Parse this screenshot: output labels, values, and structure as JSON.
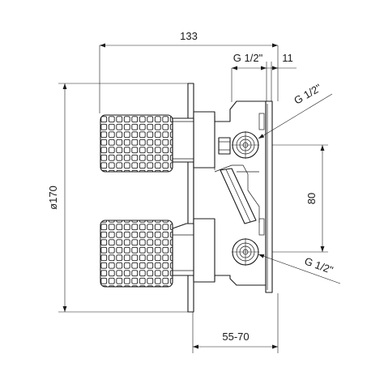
{
  "drawing": {
    "dim_overall_width": "133",
    "dim_thread_top_label": "G 1/2\"",
    "dim_flange": "11",
    "thread_top_outlet": "G 1/2\"",
    "thread_bottom_outlet": "G 1/2\"",
    "dim_diameter": "ø170",
    "dim_outlet_spacing": "80",
    "dim_wall_depth": "55-70",
    "colors": {
      "line": "#1a1a1a",
      "background": "#ffffff"
    },
    "icons": [
      "arrow-head-icon"
    ]
  }
}
